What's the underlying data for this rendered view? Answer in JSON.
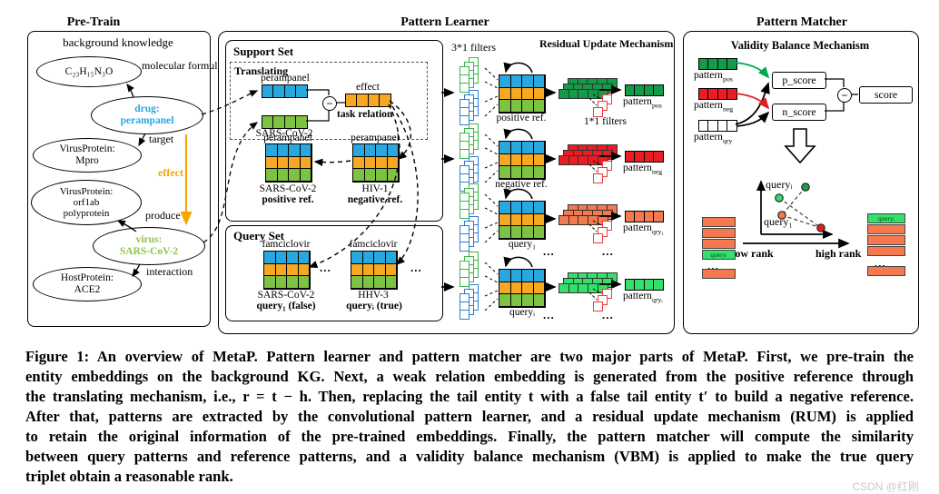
{
  "colors": {
    "cell_blue": "#29A8E0",
    "cell_orange": "#F7A823",
    "cell_green": "#7DC242",
    "pattern_pos_green": "#129C49",
    "pattern_neg_red": "#EC1C24",
    "pattern_qry1_coral": "#F4794E",
    "pattern_qryi_green": "#35E06A",
    "filter_outline_green": "#3AB54A",
    "filter_outline_blue": "#2D7DD2",
    "filter_1x1_outline_red": "#ED3B3B",
    "drug_text_blue": "#29A8E0",
    "virus_text_green": "#8CC63F",
    "effect_arrow_orange": "#F5A800"
  },
  "pretrain": {
    "header": "Pre-Train",
    "kg_title": "background knowledge",
    "nodes": [
      {
        "label": "C₂₃H₁₅N₃O"
      },
      {
        "label": "drug:\nperampanel"
      },
      {
        "label": "VirusProtein:\nMpro"
      },
      {
        "label": "VirusProtein:\norf1ab\npolyprotein"
      },
      {
        "label": "virus:\nSARS-CoV-2"
      },
      {
        "label": "HostProtein:\nACE2"
      }
    ],
    "edges": [
      "molecular\nformula",
      "target",
      "effect",
      "produce",
      "interaction"
    ]
  },
  "learner": {
    "header": "Pattern Learner",
    "support": {
      "title": "Support Set",
      "translating_title": "Translating",
      "head": "perampanel",
      "tail": "SARS-CoV-2",
      "minus": "−",
      "relation": "effect",
      "relation_caption": "task relation",
      "positive": {
        "top": "perampanel",
        "bottom": "SARS-CoV-2",
        "caption": "positive ref."
      },
      "negative": {
        "top": "perampanel",
        "bottom": "HIV-1",
        "caption": "negative ref."
      }
    },
    "query": {
      "title": "Query Set",
      "q1": {
        "top": "famciclovir",
        "bottom": "SARS-CoV-2",
        "caption": "query₁ (false)"
      },
      "qi": {
        "top": "famciclovir",
        "bottom": "HHV-3",
        "caption": "queryᵢ (true)"
      },
      "dots": "..."
    },
    "filters_label": "3*1 filters",
    "rum_label": "Residual\nUpdate\nMechanism",
    "one_by_one_label": "1*1 filters",
    "dots": "...",
    "rows": [
      {
        "name": "positive ref.",
        "pattern": {
          "base": "pattern",
          "sub": "pos"
        }
      },
      {
        "name": "negative ref.",
        "pattern": {
          "base": "pattern",
          "sub": "neg"
        }
      },
      {
        "name": "query₁",
        "pattern": {
          "base": "pattern",
          "sub": "qry₁"
        }
      },
      {
        "name": "queryᵢ",
        "pattern": {
          "base": "pattern",
          "sub": "qryᵢ"
        }
      }
    ]
  },
  "matcher": {
    "header": "Pattern Matcher",
    "vbm_title": "Validity Balance Mechanism",
    "inputs": [
      {
        "base": "pattern",
        "sub": "pos"
      },
      {
        "base": "pattern",
        "sub": "neg"
      },
      {
        "base": "pattern",
        "sub": "qry"
      }
    ],
    "p_score": "p_score",
    "n_score": "n_score",
    "minus": "−",
    "score": "score",
    "scatter": {
      "qi": "queryᵢ",
      "q1": "query₁"
    },
    "rank": {
      "low": "low rank",
      "high": "high rank"
    },
    "stacks": {
      "left_tag": "queryᵢ",
      "right_tag": "queryᵢ",
      "dots": "..."
    }
  },
  "caption": {
    "lines": [
      "Figure 1: An overview of MetaP. Pattern learner and pattern matcher are two major parts of MetaP. First, we pre-train the",
      "entity embeddings on the background KG. Next, a weak relation embedding is generated from the positive reference through",
      "the translating mechanism, i.e., r = t − h. Then, replacing the tail entity t with a false tail entity t′ to build a negative reference.",
      "After that, patterns are extracted by the convolutional pattern learner, and a residual update mechanism (RUM) is applied",
      "to retain the original information of the pre-trained embeddings. Finally, the pattern matcher will compute the similarity",
      "between query patterns and reference patterns, and a validity balance mechanism (VBM) is applied to make the true query",
      "triplet obtain a reasonable rank."
    ]
  },
  "watermark": "CSDN @红刚"
}
